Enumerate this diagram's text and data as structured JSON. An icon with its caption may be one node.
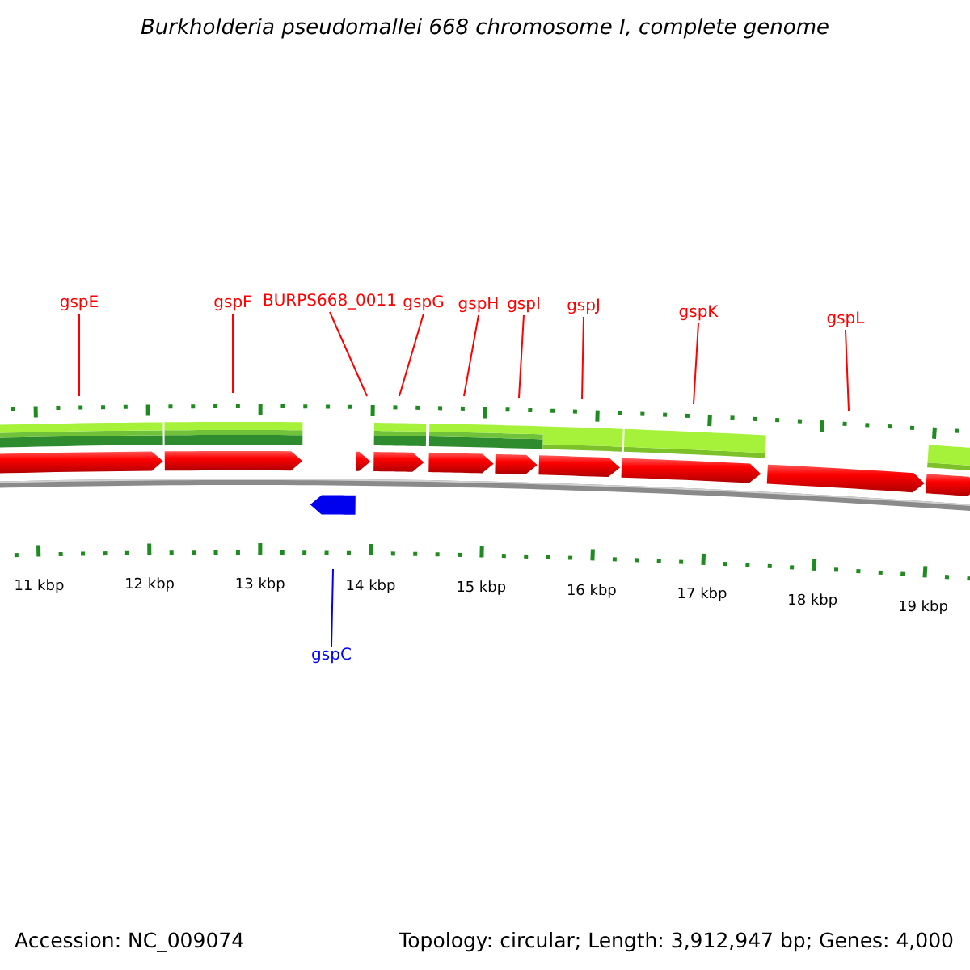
{
  "diagram": {
    "title": "Burkholderia pseudomallei 668 chromosome I, complete genome",
    "nodes": [
      {
        "text": [
          "gspE"
        ]
      },
      {
        "text": [
          "gspF"
        ]
      },
      {
        "text": [
          "BURPS668_0011"
        ]
      },
      {
        "text": [
          "gspG"
        ]
      },
      {
        "text": [
          "gspH"
        ]
      },
      {
        "text": [
          "gspI"
        ]
      },
      {
        "text": [
          "gspJ"
        ]
      },
      {
        "text": [
          "gspK"
        ]
      },
      {
        "text": [
          "gspL"
        ]
      },
      {
        "text": [
          "gspC"
        ]
      }
    ],
    "edges": [
      {
        "from": 0,
        "to": null,
        "arrow": "none"
      },
      {
        "from": 1,
        "to": null,
        "arrow": "none"
      },
      {
        "from": 2,
        "to": null,
        "arrow": "none"
      },
      {
        "from": 3,
        "to": null,
        "arrow": "none"
      },
      {
        "from": 4,
        "to": null,
        "arrow": "none"
      },
      {
        "from": 5,
        "to": null,
        "arrow": "none"
      },
      {
        "from": 6,
        "to": null,
        "arrow": "none"
      },
      {
        "from": 7,
        "to": null,
        "arrow": "none"
      },
      {
        "from": 8,
        "to": null,
        "arrow": "none"
      },
      {
        "from": 9,
        "to": null,
        "arrow": "none",
        "color": "#0000ff"
      }
    ],
    "labels": [
      "11 kbp",
      "12 kbp",
      "13 kbp",
      "14 kbp",
      "15 kbp",
      "16 kbp",
      "17 kbp",
      "18 kbp",
      "19 kbp",
      "Accession: NC_009074",
      "Topology: circular; Length: 3,912,947 bp; Genes: 4,000"
    ]
  }
}
